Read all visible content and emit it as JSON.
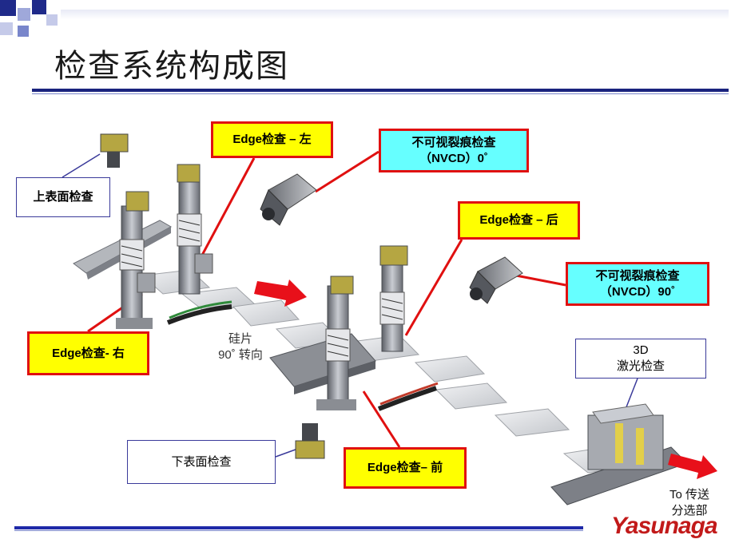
{
  "slide": {
    "title": "检查系统构成图"
  },
  "labels": {
    "edge_left": "Edge检查 – 左",
    "edge_back": "Edge检查 – 后",
    "edge_right": "Edge检查- 右",
    "edge_front": "Edge检查– 前",
    "nvcd0_line1": "不可视裂痕检查",
    "nvcd0_line2": "（NVCD）0˚",
    "nvcd90_line1": "不可视裂痕检查",
    "nvcd90_line2": "（NVCD）90˚",
    "top_surface": "上表面检查",
    "bottom_surface": "下表面检查",
    "laser_line1": "3D",
    "laser_line2": "激光检查",
    "wafer_line1": "硅片",
    "wafer_line2": "90˚ 转向",
    "to_sort_line1": "To 传送",
    "to_sort_line2": "分选部"
  },
  "logo": {
    "text": "Yasunaga",
    "color": "#c21a1a"
  },
  "colors": {
    "title_rule": "#1a237e",
    "callout_border": "#e01010",
    "callout_fill": "#ffff00",
    "nvcd_fill": "#66ffff",
    "plain_border": "#3a3a9a",
    "arrow": "#e8101a"
  }
}
